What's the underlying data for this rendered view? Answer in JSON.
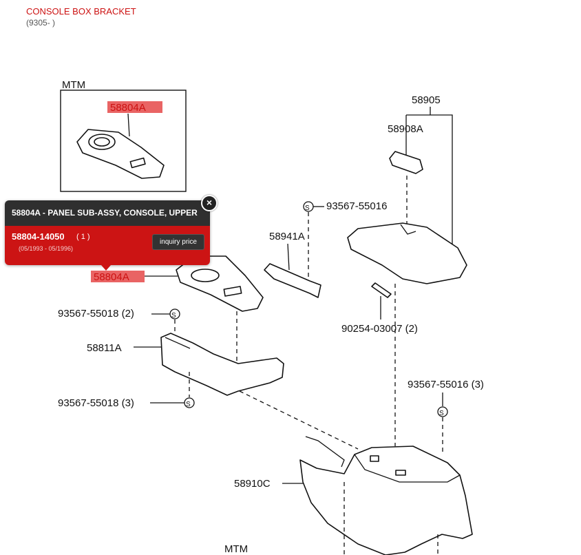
{
  "header": {
    "title": "CONSOLE BOX BRACKET",
    "subtitle": "(9305- )"
  },
  "diagram": {
    "labels": {
      "inset_mtm": "MTM",
      "inset_part": "58804A",
      "p58905": "58905",
      "p58908A": "58908A",
      "p93567_55016_top": "93567-55016",
      "p58941A": "58941A",
      "p58804A_main": "58804A",
      "p93567_55018_2": "93567-55018 (2)",
      "p58811A": "58811A",
      "p90254_03007_2": "90254-03007 (2)",
      "p93567_55016_3": "93567-55016 (3)",
      "p93567_55018_3": "93567-55018 (3)",
      "p58910C": "58910C",
      "bottom_mtm": "MTM",
      "screw_symbol": "S"
    }
  },
  "popup": {
    "title": "58804A - PANEL SUB-ASSY, CONSOLE, UPPER",
    "part_number": "58804-14050",
    "quantity": "( 1 )",
    "date_range": "(05/1993 - 05/1996)",
    "button_label": "inquiry price",
    "close_label": "×"
  }
}
